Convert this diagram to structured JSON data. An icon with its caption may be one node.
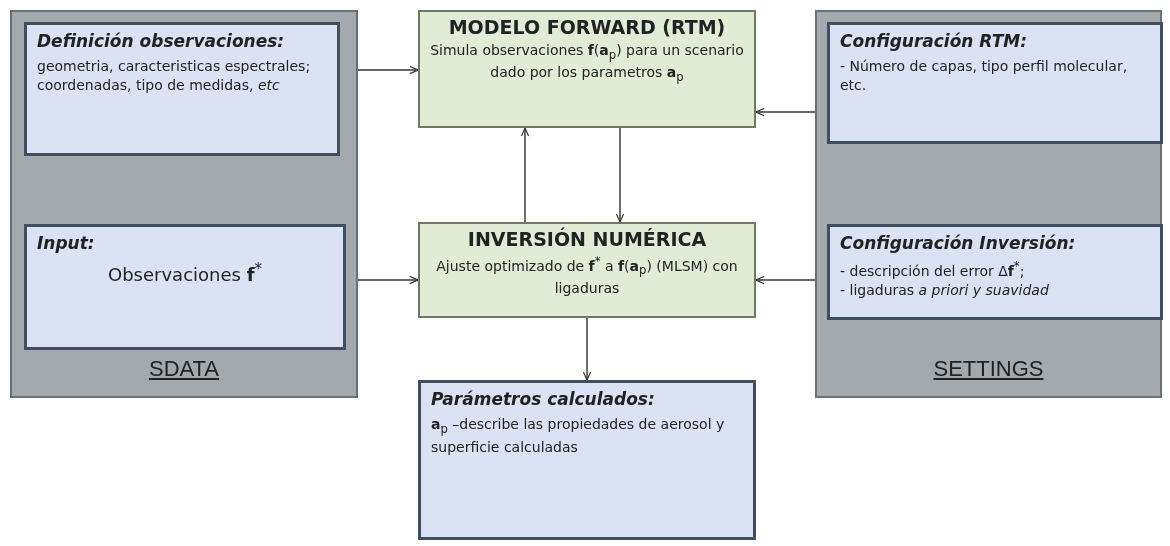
{
  "diagram": {
    "nodes": [
      {
        "text": [
          "SDATA"
        ]
      },
      {
        "text": [
          "Definición observaciones:",
          "geometria, caracteristicas espectrales; coordenadas, tipo de medidas, *etc*"
        ],
        "in": 0
      },
      {
        "text": [
          "Input:",
          "Observaciones **f**$^{*}$"
        ],
        "in": 0
      },
      {
        "text": [
          "MODELO FORWARD (RTM)",
          "Simula observaciones **f**(**a**$_{p}$) para un scenario dado por los parametros **a**$_{p}$"
        ]
      },
      {
        "text": [
          "INVERSIÓN NUMÉRICA",
          "Ajuste optimizado de **f**$^{*}$ a **f**(**a**$_{p}$) (MLSM) con ligaduras"
        ]
      },
      {
        "text": [
          "SETTINGS"
        ]
      },
      {
        "text": [
          "Configuración RTM:",
          "- Número de capas, tipo perfil molecular, etc."
        ],
        "in": 5
      },
      {
        "text": [
          "Configuración Inversión:",
          "- descripción del error Δ**f**$^{*}$;",
          "- ligaduras *a priori y suavidad*"
        ],
        "in": 5
      },
      {
        "text": [
          "Parámetros calculados:",
          "**a**$_{p}$ –describe las propiedades de aerosol y superficie calculadas"
        ]
      }
    ],
    "edges": [
      {
        "from": 1,
        "to": 3,
        "arrow": "to"
      },
      {
        "from": 2,
        "to": 4,
        "arrow": "to"
      },
      {
        "from": 6,
        "to": 3,
        "arrow": "to"
      },
      {
        "from": 7,
        "to": 4,
        "arrow": "to"
      },
      {
        "from": 4,
        "to": 3,
        "arrow": "to"
      },
      {
        "from": 3,
        "to": 4,
        "arrow": "to"
      },
      {
        "from": 4,
        "to": 8,
        "arrow": "to"
      }
    ]
  }
}
